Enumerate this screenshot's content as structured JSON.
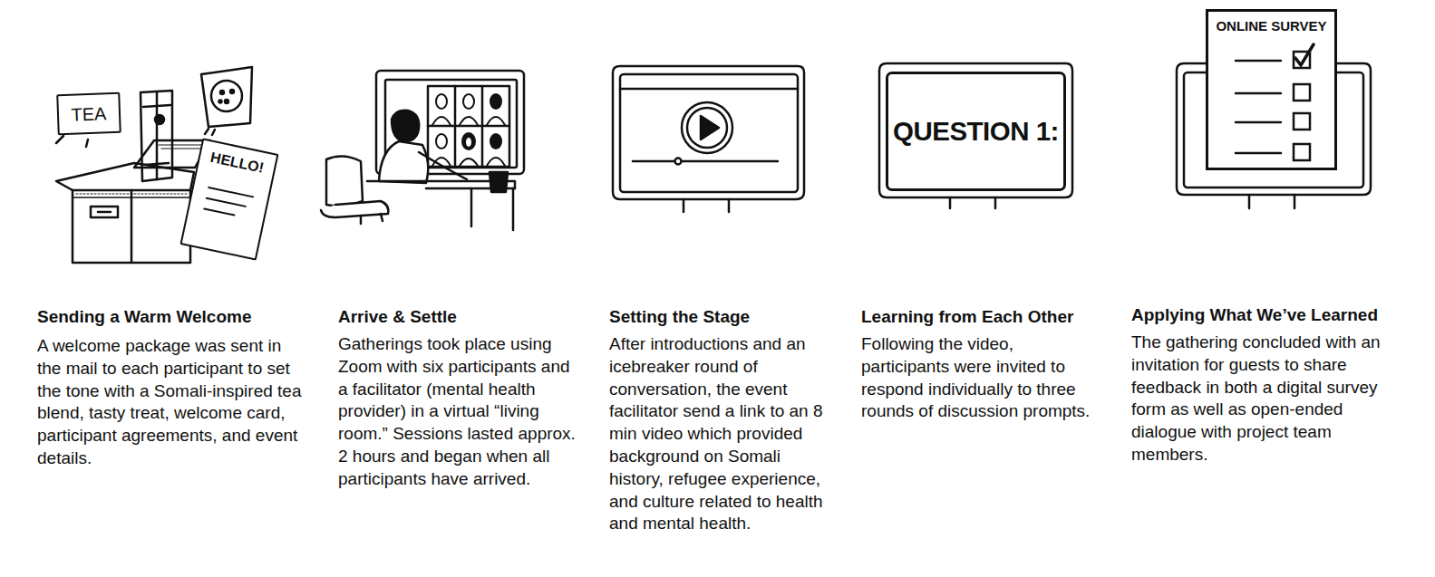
{
  "diagram": {
    "nodes": [
      {
        "text": [
          "TEA"
        ]
      },
      {
        "text": [
          "HELLO!"
        ]
      },
      {
        "text": [
          "QUESTION 1:"
        ]
      },
      {
        "text": [
          "ONLINE SURVEY"
        ]
      }
    ],
    "labels": [
      "Sending a Warm Welcome",
      "A welcome package was sent in the mail to each participant to set the tone with a Somali-inspired tea blend, tasty treat, welcome card, participant agreements, and event details.",
      "Arrive & Settle",
      "Gatherings took place using Zoom with six participants and a facilitator (mental health provider) in a virtual “living room.” Sessions lasted approx. 2 hours and began when all participants have arrived.",
      "Setting the Stage",
      "After introductions and an icebreaker round of conversation, the event facilitator send a link to an 8 min video which provided background on Somali history, refugee experience, and culture related to health and mental health.",
      "Learning from Each Other",
      "Following the video, participants were invited to respond individually to three rounds of discussion prompts.",
      "Applying What We’ve Learned",
      "The gathering concluded with an invitation for guests to share feedback in both a digital survey form as well as open-ended dialogue with project team members."
    ]
  }
}
